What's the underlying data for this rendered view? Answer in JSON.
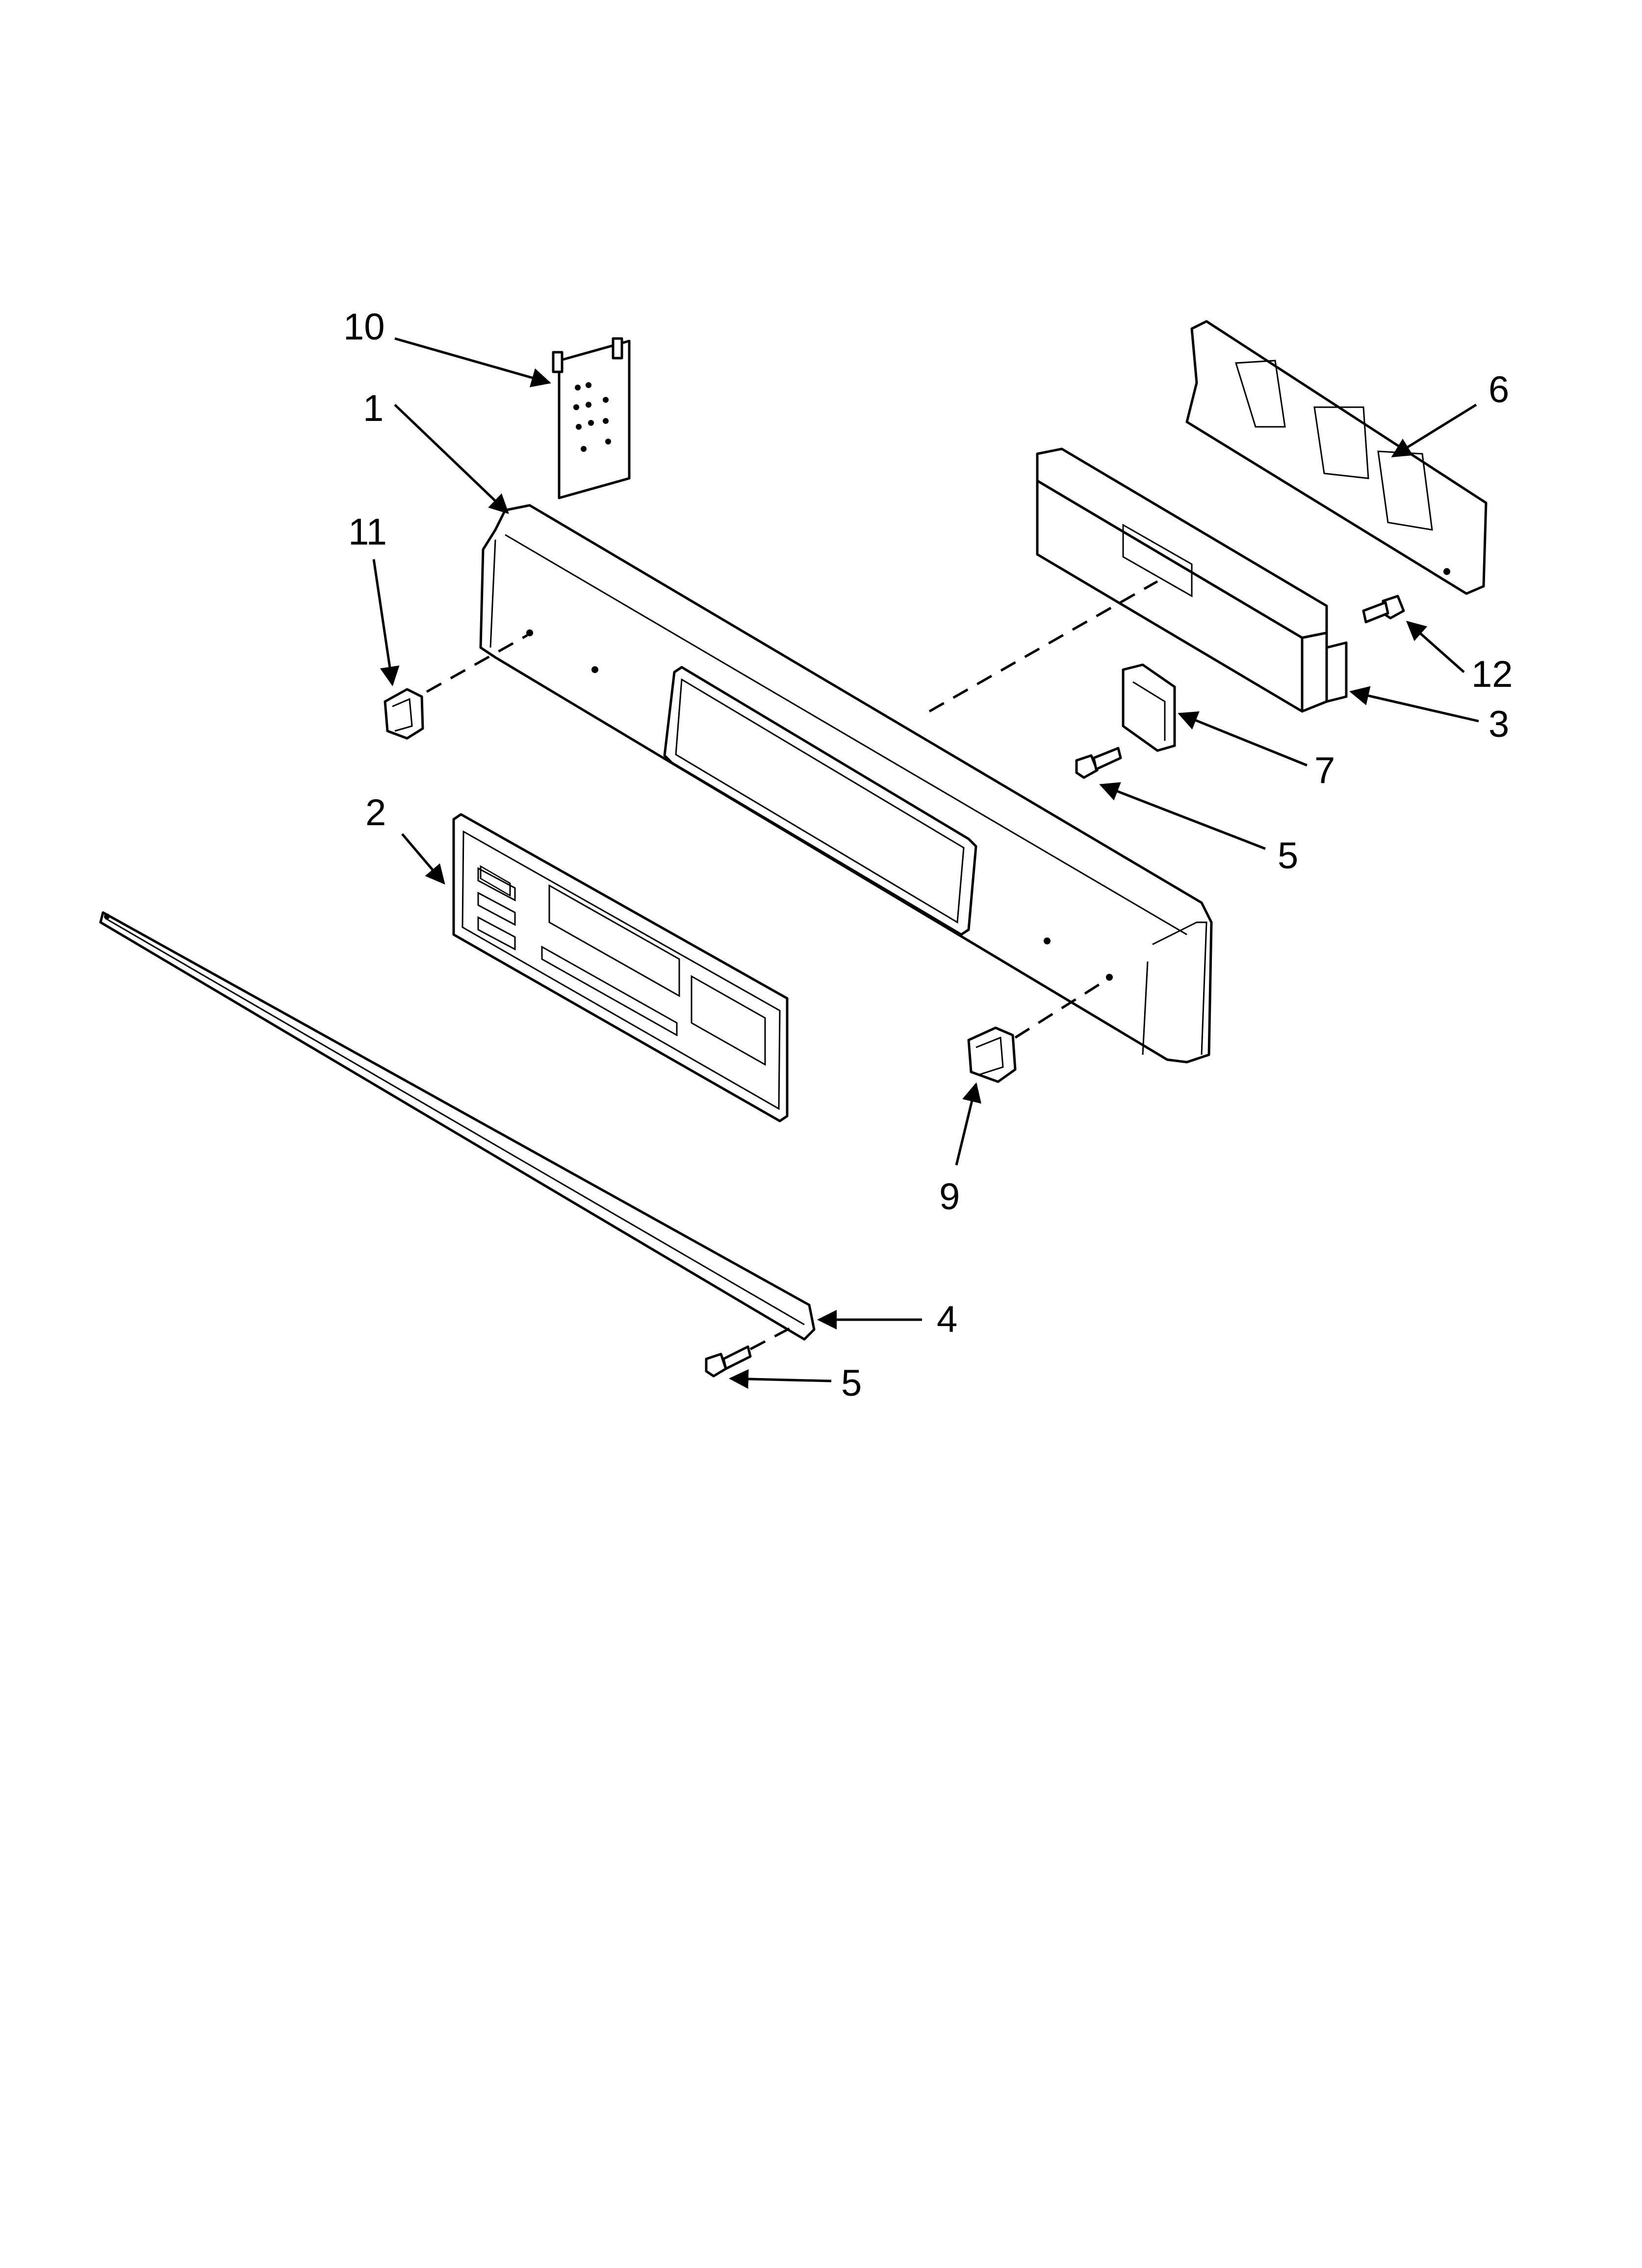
{
  "diagram": {
    "callouts": [
      {
        "id": "c10",
        "label": "10"
      },
      {
        "id": "c1",
        "label": "1"
      },
      {
        "id": "c11",
        "label": "11"
      },
      {
        "id": "c2",
        "label": "2"
      },
      {
        "id": "c6",
        "label": "6"
      },
      {
        "id": "c12",
        "label": "12"
      },
      {
        "id": "c3",
        "label": "3"
      },
      {
        "id": "c7",
        "label": "7"
      },
      {
        "id": "c5a",
        "label": "5"
      },
      {
        "id": "c9",
        "label": "9"
      },
      {
        "id": "c4",
        "label": "4"
      },
      {
        "id": "c5b",
        "label": "5"
      }
    ],
    "colors": {
      "line": "#000000",
      "background": "#ffffff"
    }
  }
}
